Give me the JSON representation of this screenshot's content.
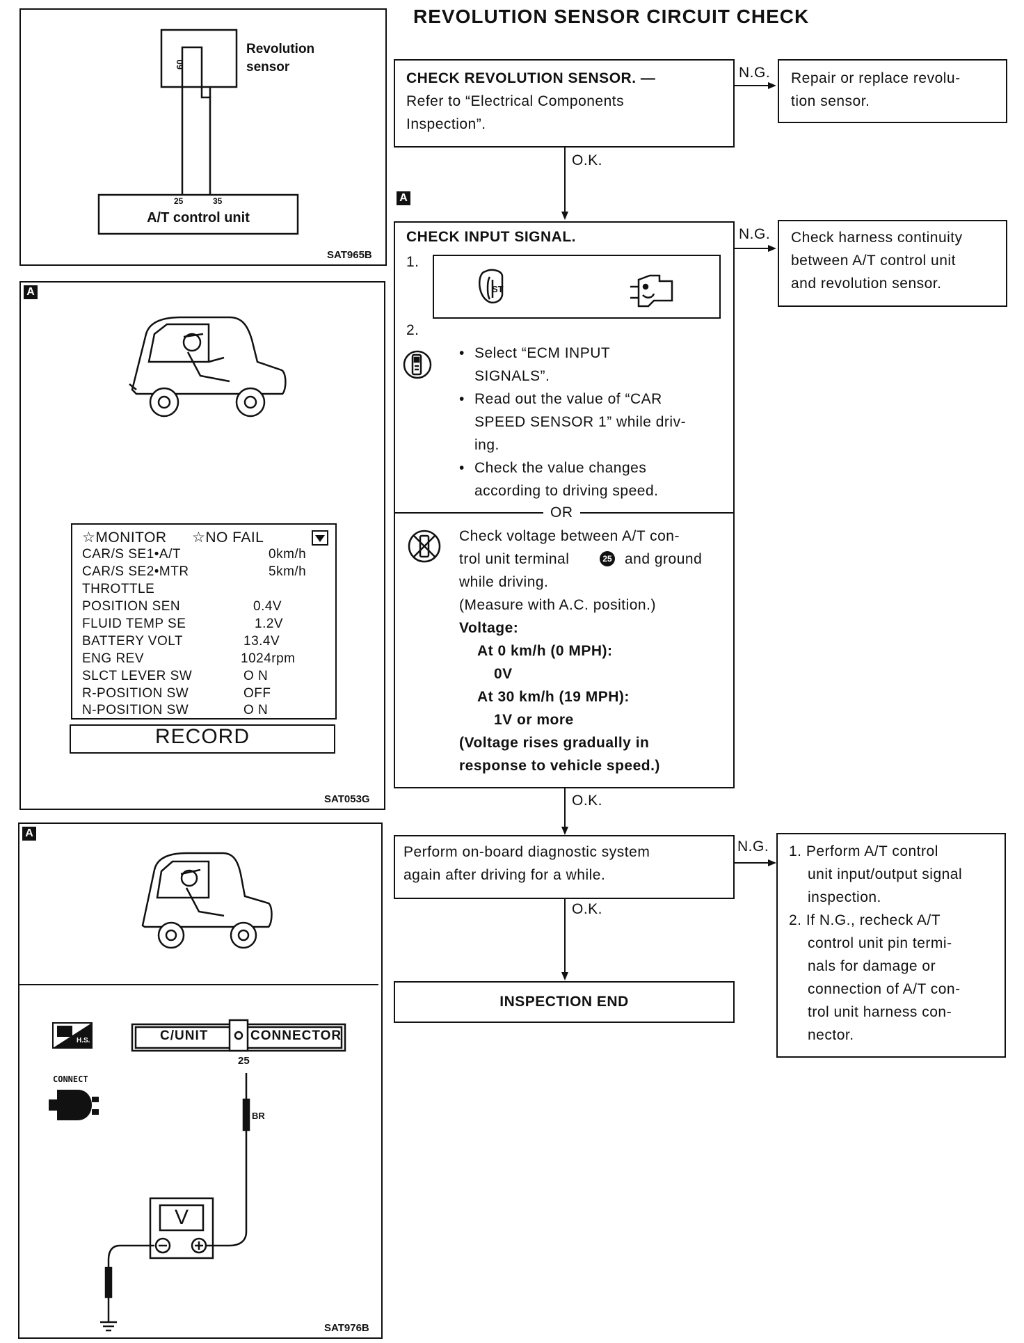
{
  "title": "REVOLUTION SENSOR CIRCUIT CHECK",
  "flow": {
    "step1": {
      "heading": "CHECK REVOLUTION SENSOR. —",
      "body": [
        "Refer to “Electrical Components",
        "Inspection”."
      ],
      "ng_label": "N.G.",
      "ng_action": [
        "Repair or replace revolu-",
        "tion sensor."
      ]
    },
    "ok1": "O.K.",
    "step2": {
      "ref_tag": "A",
      "heading": "CHECK INPUT SIGNAL.",
      "num1": "1.",
      "num2": "2.",
      "bullets": [
        [
          "Select “ECM INPUT",
          "SIGNALS”."
        ],
        [
          "Read out the value of “CAR",
          "SPEED SENSOR 1” while driv-",
          "ing."
        ],
        [
          "Check the value changes",
          "according to driving speed."
        ]
      ],
      "or_label": "OR",
      "alt_text": [
        "Check voltage between A/T con-",
        "trol unit terminal",
        "and ground",
        "while driving.",
        "(Measure with A.C. position.)"
      ],
      "terminal": "25",
      "voltage_label": "Voltage:",
      "at0": "At 0 km/h (0 MPH):",
      "at0_value": "0V",
      "at30": "At 30 km/h (19 MPH):",
      "at30_value": "1V or more",
      "note": [
        "(Voltage rises gradually in",
        "response to vehicle speed.)"
      ],
      "ng_label": "N.G.",
      "ng_action": [
        "Check harness continuity",
        "between A/T control unit",
        "and revolution sensor."
      ]
    },
    "ok2": "O.K.",
    "step3": {
      "body": [
        "Perform on-board diagnostic system",
        "again after driving for a while."
      ],
      "ng_label": "N.G.",
      "ng_items": [
        [
          "1. Perform A/T control",
          "unit input/output signal",
          "inspection."
        ],
        [
          "2. If N.G., recheck A/T",
          "control unit pin termi-",
          "nals for damage or",
          "connection of A/T con-",
          "trol unit harness con-",
          "nector."
        ]
      ]
    },
    "ok3": "O.K.",
    "end": "INSPECTION END"
  },
  "fig1": {
    "sensor_label": [
      "Revolution",
      "sensor"
    ],
    "sensor_code": "60",
    "pins": [
      "25",
      "35"
    ],
    "unit_label": "A/T control unit",
    "code": "SAT965B"
  },
  "fig2": {
    "tag": "A",
    "monitor_header": [
      "☆MONITOR",
      "☆NO FAIL"
    ],
    "rows": [
      [
        "CAR/S SE1•A/T",
        "0km/h"
      ],
      [
        "CAR/S SE2•MTR",
        "5km/h"
      ],
      [
        "THROTTLE",
        ""
      ],
      [
        "POSITION SEN",
        "0.4V"
      ],
      [
        "FLUID TEMP SE",
        "1.2V"
      ],
      [
        "BATTERY VOLT",
        "13.4V"
      ],
      [
        "ENG REV",
        "1024rpm"
      ],
      [
        "SLCT LEVER SW",
        "O N"
      ],
      [
        "R-POSITION SW",
        "OFF"
      ],
      [
        "N-POSITION SW",
        "O N"
      ]
    ],
    "record": "RECORD",
    "code": "SAT053G"
  },
  "fig3": {
    "tag": "A",
    "connector_left": "C/UNIT",
    "connector_right": "CONNECTOR",
    "pin": "25",
    "wire": "BR",
    "connect_label": "CONNECT",
    "hs_label": "H.S.",
    "meter": "V",
    "code": "SAT976B"
  },
  "colors": {
    "ink": "#111111",
    "paper": "#ffffff"
  }
}
